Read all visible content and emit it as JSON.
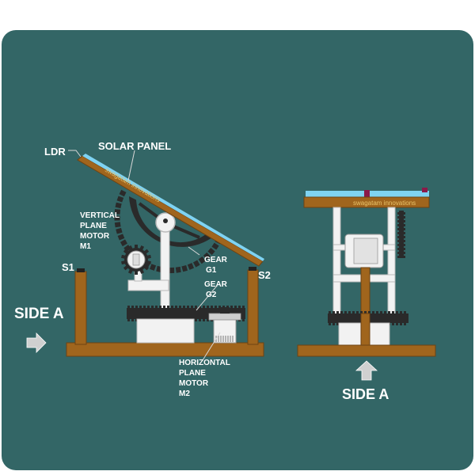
{
  "colors": {
    "board": "#336666",
    "wood": "#a0651d",
    "wood_dark": "#6e4312",
    "panel_blue": "#7fd3f2",
    "metal": "#f2f2f2",
    "metal_shadow": "#b9b9b9",
    "gear_dark": "#2a2a2a",
    "sensor": "#8b1a4a"
  },
  "labels": {
    "ldr": "LDR",
    "solar_panel": "SOLAR PANEL",
    "vertical_motor": [
      "VERTICAL",
      "PLANE",
      "MOTOR",
      "M1"
    ],
    "gear_g1": [
      "GEAR",
      "G1"
    ],
    "gear_g2": [
      "GEAR",
      "G2"
    ],
    "s1": "S1",
    "s2": "S2",
    "side_a_left": "SIDE A",
    "horizontal_motor": [
      "HORIZONTAL",
      "PLANE",
      "MOTOR",
      "M2"
    ],
    "side_a_bottom": "SIDE A"
  },
  "watermarks": {
    "panel": "swagatam innovations",
    "right_plank": "swagatam innovations"
  },
  "icons": {
    "left_arrow": "arrow-right-icon",
    "bottom_arrow": "arrow-up-icon"
  }
}
